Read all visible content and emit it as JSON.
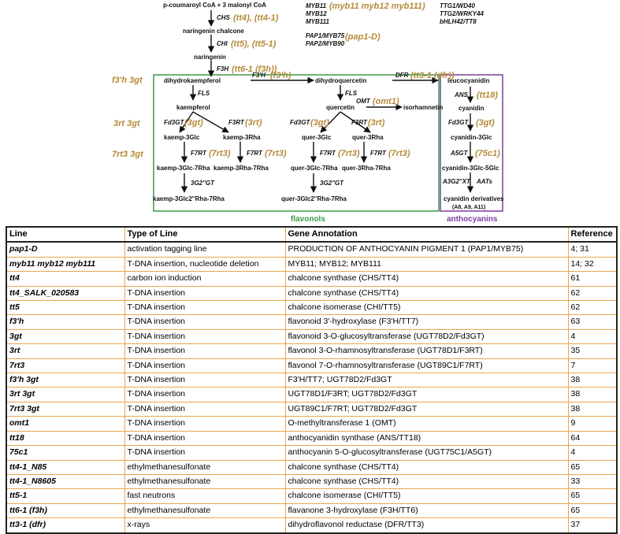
{
  "pathway": {
    "nodes": {
      "precursor": "p-coumaroyl CoA + 3 malonyl CoA",
      "naringenin_chalcone": "naringenin chalcone",
      "naringenin": "naringenin",
      "dihydrokaempferol": "dihydrokaempferol",
      "dihydroquercetin": "dihydroquercetin",
      "leucocyanidin": "leucocyanidin",
      "kaempferol": "kaempferol",
      "quercetin": "quercetin",
      "isorhamnetin": "isorhamnetin",
      "cyanidin": "cyanidin",
      "kaemp_3glc": "kaemp-3Glc",
      "kaemp_3rha": "kaemp-3Rha",
      "quer_3glc": "quer-3Glc",
      "quer_3rha": "quer-3Rha",
      "cyanidin_3glc": "cyanidin-3Glc",
      "kaemp_3glc_7rha": "kaemp-3Glc-7Rha",
      "kaemp_3rha_7rha": "kaemp-3Rha-7Rha",
      "quer_3glc_7rha": "quer-3Glc-7Rha",
      "quer_3rha_7rha": "quer-3Rha-7Rha",
      "cyanidin_3glc_5glc": "cyanidin-3Glc-5Glc",
      "kaemp_3glc2rha_7rha": "kaemp-3Glc2''Rha-7Rha",
      "quer_3glc2rha_7rha": "quer-3Glc2''Rha-7Rha",
      "cyanidin_derivatives": "cyanidin derivatives",
      "cyanidin_derivatives_sub": "(A8, A9, A11)"
    },
    "enzymes": {
      "chs": "CHS",
      "chi": "CHI",
      "f3h": "F3H",
      "f3ph": "F3'H",
      "dfr": "DFR",
      "fls_k": "FLS",
      "fls_q": "FLS",
      "omt": "OMT",
      "ans": "ANS",
      "fd3gt_k": "Fd3GT",
      "f3rt_k": "F3RT",
      "fd3gt_q": "Fd3GT",
      "f3rt_q": "F3RT",
      "fd3gt_c": "Fd3GT",
      "f7rt_k1": "F7RT",
      "f7rt_k2": "F7RT",
      "f7rt_q1": "F7RT",
      "f7rt_q2": "F7RT",
      "a5gt": "A5GT",
      "gt_k": "3G2''GT",
      "gt_q": "3G2''GT",
      "a3g2xt": "A3G2''XT",
      "aats": "AATs"
    },
    "mutants": {
      "chs": "(tt4), (tt4-1)",
      "chi": "(tt5), (tt5-1)",
      "f3h": "(tt6-1 (f3h))",
      "f3ph": "(f3'h)",
      "dfr": "(tt3-1 (dfr))",
      "omt": "(omt1)",
      "ans": "(tt18)",
      "fd3gt_k": "(3gt)",
      "f3rt_k": "(3rt)",
      "fd3gt_q": "(3gt)",
      "f3rt_q": "(3rt)",
      "fd3gt_c": "(3gt)",
      "f7rt_k1": "(7rt3)",
      "f7rt_k2": "(7rt3)",
      "f7rt_q1": "(7rt3)",
      "f7rt_q2": "(7rt3)",
      "a5gt": "(75c1)"
    },
    "side_labels": {
      "f3h_3gt": "f3'h 3gt",
      "rt_3gt": "3rt 3gt",
      "rt3_3gt": "7rt3 3gt"
    },
    "regulators": {
      "myb_list": [
        "MYB11",
        "MYB12",
        "MYB111"
      ],
      "myb_mutant": "(myb11 myb12 myb111)",
      "pap_list": [
        "PAP1/MYB75",
        "PAP2/MYB90"
      ],
      "pap_mutant": "(pap1-D)",
      "ttg_list": [
        "TTG1/WD40",
        "TTG2/WRKY44",
        "bHLH42/TT8"
      ]
    },
    "box_labels": {
      "flavonols": "flavonols",
      "anthocyanins": "anthocyanins"
    },
    "colors": {
      "mutant": "#b58b3a",
      "flavonols_box": "#3a9a4a",
      "anthocyanins_box": "#7a3fa0",
      "table_rule": "#e7a64f"
    }
  },
  "table": {
    "headers": [
      "Line",
      "Type of Line",
      "Gene Annotation",
      "Reference"
    ],
    "rows": [
      {
        "line": "pap1-D",
        "type": "activation tagging line",
        "gene": "PRODUCTION OF ANTHOCYANIN PIGMENT 1 (PAP1/MYB75)",
        "ref": "4; 31"
      },
      {
        "line": "myb11 myb12 myb111",
        "type": "T-DNA insertion, nucleotide deletion",
        "gene": "MYB11; MYB12; MYB111",
        "ref": "14; 32"
      },
      {
        "line": "tt4",
        "type": "carbon ion induction",
        "gene": "chalcone synthase (CHS/TT4)",
        "ref": "61"
      },
      {
        "line": "tt4_SALK_020583",
        "type": "T-DNA insertion",
        "gene": "chalcone synthase (CHS/TT4)",
        "ref": "62"
      },
      {
        "line": "tt5",
        "type": "T-DNA insertion",
        "gene": "chalcone isomerase (CHI/TT5)",
        "ref": "62"
      },
      {
        "line": "f3'h",
        "type": "T-DNA insertion",
        "gene": "flavonoid 3'-hydroxylase (F3'H/TT7)",
        "ref": "63"
      },
      {
        "line": "3gt",
        "type": "T-DNA insertion",
        "gene": "flavonoid 3-O-glucosyltransferase (UGT78D2/Fd3GT)",
        "ref": "4"
      },
      {
        "line": "3rt",
        "type": "T-DNA insertion",
        "gene": "flavonol 3-O-rhamnosyltransferase (UGT78D1/F3RT)",
        "ref": "35"
      },
      {
        "line": "7rt3",
        "type": "T-DNA insertion",
        "gene": "flavonol 7-O-rhamnosyltransferase (UGT89C1/F7RT)",
        "ref": "7"
      },
      {
        "line": "f3'h 3gt",
        "type": "T-DNA insertion",
        "gene": "F3'H/TT7; UGT78D2/Fd3GT",
        "ref": "38"
      },
      {
        "line": "3rt 3gt",
        "type": "T-DNA insertion",
        "gene": "UGT78D1/F3RT; UGT78D2/Fd3GT",
        "ref": "38"
      },
      {
        "line": "7rt3 3gt",
        "type": "T-DNA insertion",
        "gene": "UGT89C1/F7RT; UGT78D2/Fd3GT",
        "ref": "38"
      },
      {
        "line": "omt1",
        "type": "T-DNA insertion",
        "gene": "O-methyltransferase 1 (OMT)",
        "ref": "9"
      },
      {
        "line": "tt18",
        "type": "T-DNA insertion",
        "gene": "anthocyanidin synthase (ANS/TT18)",
        "ref": "64"
      },
      {
        "line": "75c1",
        "type": "T-DNA insertion",
        "gene": "anthocyanin 5-O-glucosyltransferase (UGT75C1/A5GT)",
        "ref": "4"
      },
      {
        "line": "tt4-1_N85",
        "type": "ethylmethanesulfonate",
        "gene": "chalcone synthase (CHS/TT4)",
        "ref": "65"
      },
      {
        "line": "tt4-1_N8605",
        "type": "ethylmethanesulfonate",
        "gene": "chalcone synthase (CHS/TT4)",
        "ref": "33"
      },
      {
        "line": "tt5-1",
        "type": "fast neutrons",
        "gene": "chalcone isomerase (CHI/TT5)",
        "ref": "65"
      },
      {
        "line": "tt6-1 (f3h)",
        "type": "ethylmethanesulfonate",
        "gene": "flavanone 3-hydroxylase (F3H/TT6)",
        "ref": "65"
      },
      {
        "line": "tt3-1 (dfr)",
        "type": "x-rays",
        "gene": "dihydroflavonol reductase (DFR/TT3)",
        "ref": "37"
      }
    ]
  }
}
